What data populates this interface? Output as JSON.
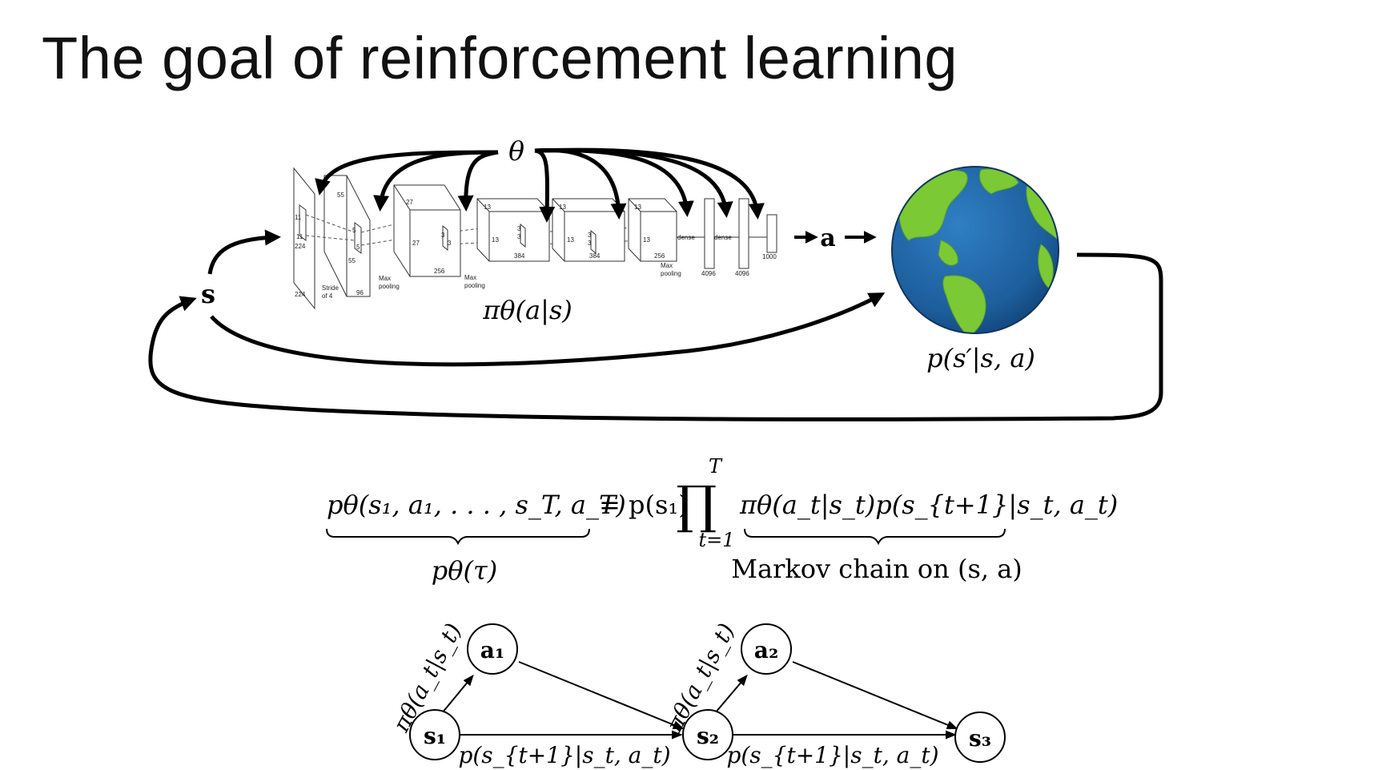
{
  "title": "The goal of reinforcement learning",
  "network": {
    "param_symbol": "θ",
    "action_symbol": "a",
    "state_symbol": "s",
    "policy_label": "πθ(a|s)",
    "layer_labels": [
      "224",
      "224",
      "11",
      "11",
      "Stride",
      "of 4",
      "55",
      "55",
      "96",
      "5",
      "5",
      "Max",
      "pooling",
      "27",
      "27",
      "256",
      "3",
      "3",
      "Max",
      "pooling",
      "13",
      "13",
      "384",
      "3",
      "3",
      "13",
      "13",
      "384",
      "3",
      "3",
      "13",
      "13",
      "256",
      "Max",
      "pooling",
      "dense",
      "dense",
      "4096",
      "4096",
      "1000"
    ]
  },
  "environment": {
    "label": "p(s′|s, a)",
    "colors": {
      "ocean": "#1d5e9c",
      "land": "#7bc935"
    }
  },
  "equation": {
    "lhs": "pθ(s₁, a₁, . . . , s_T, a_T)",
    "rhs_prefix": "= p(s₁)",
    "product_upper": "T",
    "product_lower": "t=1",
    "product_terms": "πθ(a_t|s_t)p(s_{t+1}|s_t, a_t)",
    "brace_left_label": "pθ(τ)",
    "brace_right_label": "Markov chain on (s, a)"
  },
  "graph": {
    "nodes": [
      {
        "id": "s1",
        "label": "s₁"
      },
      {
        "id": "a1",
        "label": "a₁"
      },
      {
        "id": "s2",
        "label": "s₂"
      },
      {
        "id": "a2",
        "label": "a₂"
      },
      {
        "id": "s3",
        "label": "s₃"
      }
    ],
    "policy_edge_label": "πθ(a_t|s_t)",
    "transition_edge_label": "p(s_{t+1}|s_t, a_t)"
  }
}
